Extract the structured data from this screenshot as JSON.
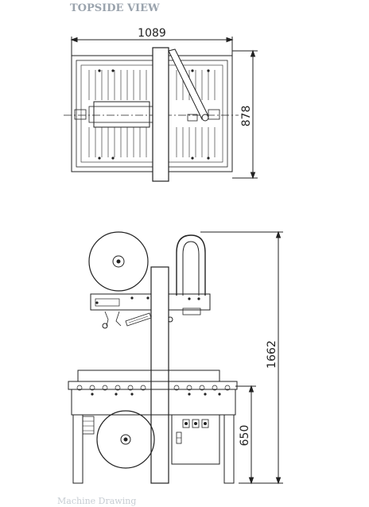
{
  "drawing": {
    "header": "TOPSIDE VIEW",
    "footer": "Machine Drawing"
  },
  "top_view": {
    "width_label": "1089",
    "depth_label": "878"
  },
  "front_view": {
    "height_label": "1662",
    "table_height_label": "650"
  }
}
